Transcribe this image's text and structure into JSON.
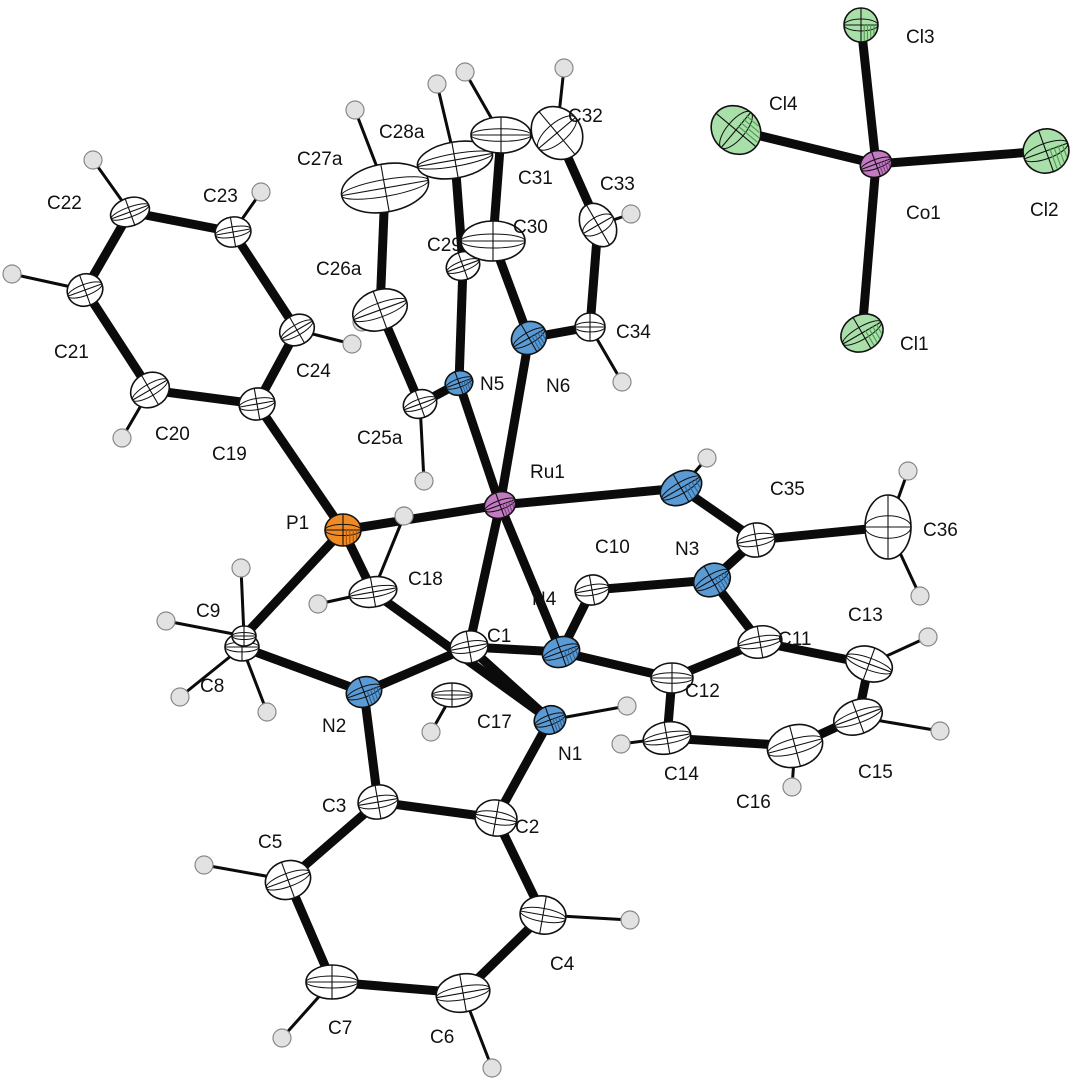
{
  "colors": {
    "carbon": "#ffffff",
    "hydrogen": "#e2e2e2",
    "nitrogen": "#5b9bd5",
    "phosphorus": "#f08a24",
    "ruthenium": "#c37ac3",
    "cobalt": "#c37ac3",
    "chlorine": "#a9dfa9",
    "bond": "#0b0b0b"
  },
  "atoms": [
    {
      "id": "Ru1",
      "label": "Ru1",
      "element": "Ru",
      "icon": "metal-ellipsoid"
    },
    {
      "id": "P1",
      "label": "P1",
      "element": "P",
      "icon": "phosphorus-ellipsoid"
    },
    {
      "id": "N1",
      "label": "N1",
      "element": "N",
      "icon": "nitrogen-ellipsoid"
    },
    {
      "id": "N2",
      "label": "N2",
      "element": "N",
      "icon": "nitrogen-ellipsoid"
    },
    {
      "id": "N3",
      "label": "N3",
      "element": "N",
      "icon": "nitrogen-ellipsoid"
    },
    {
      "id": "N4",
      "label": "N4",
      "element": "N",
      "icon": "nitrogen-ellipsoid"
    },
    {
      "id": "N5",
      "label": "N5",
      "element": "N",
      "icon": "nitrogen-ellipsoid"
    },
    {
      "id": "N6",
      "label": "N6",
      "element": "N",
      "icon": "nitrogen-ellipsoid"
    },
    {
      "id": "N7",
      "label": "",
      "element": "N",
      "icon": "nitrogen-ellipsoid"
    },
    {
      "id": "C1",
      "label": "C1",
      "element": "C",
      "icon": "carbon-ellipsoid"
    },
    {
      "id": "C2",
      "label": "C2",
      "element": "C",
      "icon": "carbon-ellipsoid"
    },
    {
      "id": "C3",
      "label": "C3",
      "element": "C",
      "icon": "carbon-ellipsoid"
    },
    {
      "id": "C4",
      "label": "C4",
      "element": "C",
      "icon": "carbon-ellipsoid"
    },
    {
      "id": "C5",
      "label": "C5",
      "element": "C",
      "icon": "carbon-ellipsoid"
    },
    {
      "id": "C6",
      "label": "C6",
      "element": "C",
      "icon": "carbon-ellipsoid"
    },
    {
      "id": "C7",
      "label": "C7",
      "element": "C",
      "icon": "carbon-ellipsoid"
    },
    {
      "id": "C8",
      "label": "C8",
      "element": "C",
      "icon": "carbon-ellipsoid"
    },
    {
      "id": "C9",
      "label": "C9",
      "element": "C",
      "icon": "carbon-ellipsoid"
    },
    {
      "id": "C10",
      "label": "C10",
      "element": "C",
      "icon": "carbon-ellipsoid"
    },
    {
      "id": "C11",
      "label": "C11",
      "element": "C",
      "icon": "carbon-ellipsoid"
    },
    {
      "id": "C12",
      "label": "C12",
      "element": "C",
      "icon": "carbon-ellipsoid"
    },
    {
      "id": "C13",
      "label": "C13",
      "element": "C",
      "icon": "carbon-ellipsoid"
    },
    {
      "id": "C14",
      "label": "C14",
      "element": "C",
      "icon": "carbon-ellipsoid"
    },
    {
      "id": "C15",
      "label": "C15",
      "element": "C",
      "icon": "carbon-ellipsoid"
    },
    {
      "id": "C16",
      "label": "C16",
      "element": "C",
      "icon": "carbon-ellipsoid"
    },
    {
      "id": "C17",
      "label": "C17",
      "element": "C",
      "icon": "carbon-ellipsoid"
    },
    {
      "id": "C18",
      "label": "C18",
      "element": "C",
      "icon": "carbon-ellipsoid"
    },
    {
      "id": "C19",
      "label": "C19",
      "element": "C",
      "icon": "carbon-ellipsoid"
    },
    {
      "id": "C20",
      "label": "C20",
      "element": "C",
      "icon": "carbon-ellipsoid"
    },
    {
      "id": "C21",
      "label": "C21",
      "element": "C",
      "icon": "carbon-ellipsoid"
    },
    {
      "id": "C22",
      "label": "C22",
      "element": "C",
      "icon": "carbon-ellipsoid"
    },
    {
      "id": "C23",
      "label": "C23",
      "element": "C",
      "icon": "carbon-ellipsoid"
    },
    {
      "id": "C24",
      "label": "C24",
      "element": "C",
      "icon": "carbon-ellipsoid"
    },
    {
      "id": "C25a",
      "label": "C25a",
      "element": "C",
      "icon": "carbon-ellipsoid"
    },
    {
      "id": "C26a",
      "label": "C26a",
      "element": "C",
      "icon": "carbon-ellipsoid"
    },
    {
      "id": "C27a",
      "label": "C27a",
      "element": "C",
      "icon": "carbon-ellipsoid"
    },
    {
      "id": "C28a",
      "label": "C28a",
      "element": "C",
      "icon": "carbon-ellipsoid"
    },
    {
      "id": "C29",
      "label": "C29",
      "element": "C",
      "icon": "carbon-ellipsoid"
    },
    {
      "id": "C30",
      "label": "C30",
      "element": "C",
      "icon": "carbon-ellipsoid"
    },
    {
      "id": "C31",
      "label": "C31",
      "element": "C",
      "icon": "carbon-ellipsoid"
    },
    {
      "id": "C32",
      "label": "C32",
      "element": "C",
      "icon": "carbon-ellipsoid"
    },
    {
      "id": "C33",
      "label": "C33",
      "element": "C",
      "icon": "carbon-ellipsoid"
    },
    {
      "id": "C34",
      "label": "C34",
      "element": "C",
      "icon": "carbon-ellipsoid"
    },
    {
      "id": "C35",
      "label": "C35",
      "element": "C",
      "icon": "carbon-ellipsoid"
    },
    {
      "id": "C36",
      "label": "C36",
      "element": "C",
      "icon": "carbon-ellipsoid"
    },
    {
      "id": "Co1",
      "label": "Co1",
      "element": "Co",
      "icon": "metal-ellipsoid"
    },
    {
      "id": "Cl1",
      "label": "Cl1",
      "element": "Cl",
      "icon": "chlorine-ellipsoid"
    },
    {
      "id": "Cl2",
      "label": "Cl2",
      "element": "Cl",
      "icon": "chlorine-ellipsoid"
    },
    {
      "id": "Cl3",
      "label": "Cl3",
      "element": "Cl",
      "icon": "chlorine-ellipsoid"
    },
    {
      "id": "Cl4",
      "label": "Cl4",
      "element": "Cl",
      "icon": "chlorine-ellipsoid"
    }
  ],
  "bonds": [
    [
      "Ru1",
      "P1"
    ],
    [
      "Ru1",
      "N5"
    ],
    [
      "Ru1",
      "N6"
    ],
    [
      "Ru1",
      "N4"
    ],
    [
      "Ru1",
      "N7"
    ],
    [
      "Ru1",
      "C1"
    ],
    [
      "P1",
      "C19"
    ],
    [
      "P1",
      "C9"
    ],
    [
      "P1",
      "C18"
    ],
    [
      "C19",
      "C20"
    ],
    [
      "C20",
      "C21"
    ],
    [
      "C21",
      "C22"
    ],
    [
      "C22",
      "C23"
    ],
    [
      "C23",
      "C24"
    ],
    [
      "C24",
      "C19"
    ],
    [
      "C9",
      "C8"
    ],
    [
      "C8",
      "N2"
    ],
    [
      "N2",
      "C1"
    ],
    [
      "N2",
      "C3"
    ],
    [
      "C3",
      "C2"
    ],
    [
      "C2",
      "N1"
    ],
    [
      "N1",
      "C1"
    ],
    [
      "N1",
      "C18"
    ],
    [
      "C3",
      "C5"
    ],
    [
      "C5",
      "C7"
    ],
    [
      "C7",
      "C6"
    ],
    [
      "C6",
      "C4"
    ],
    [
      "C4",
      "C2"
    ],
    [
      "C1",
      "N4"
    ],
    [
      "N4",
      "C10"
    ],
    [
      "C10",
      "N3"
    ],
    [
      "N3",
      "C35"
    ],
    [
      "C35",
      "C36"
    ],
    [
      "C35",
      "N7"
    ],
    [
      "N3",
      "C11"
    ],
    [
      "C11",
      "C12"
    ],
    [
      "C12",
      "N4"
    ],
    [
      "C11",
      "C13"
    ],
    [
      "C13",
      "C15"
    ],
    [
      "C15",
      "C16"
    ],
    [
      "C16",
      "C14"
    ],
    [
      "C14",
      "C12"
    ],
    [
      "N5",
      "C29"
    ],
    [
      "N5",
      "C25a"
    ],
    [
      "C25a",
      "C26a"
    ],
    [
      "C26a",
      "C27a"
    ],
    [
      "C27a",
      "C28a"
    ],
    [
      "C28a",
      "C29"
    ],
    [
      "N6",
      "C30"
    ],
    [
      "C30",
      "C31"
    ],
    [
      "C31",
      "C32"
    ],
    [
      "C32",
      "C33"
    ],
    [
      "C33",
      "C34"
    ],
    [
      "C34",
      "N6"
    ],
    [
      "Co1",
      "Cl1"
    ],
    [
      "Co1",
      "Cl2"
    ],
    [
      "Co1",
      "Cl3"
    ],
    [
      "Co1",
      "Cl4"
    ]
  ]
}
